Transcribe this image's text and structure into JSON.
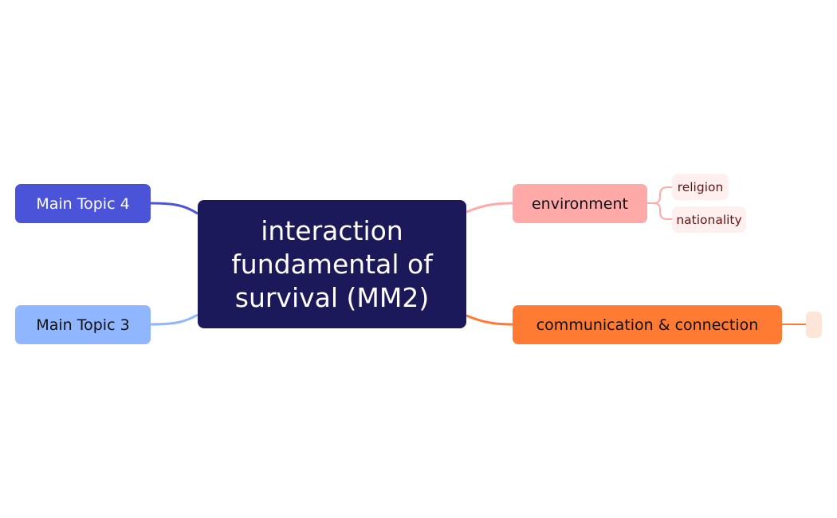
{
  "central_topic": {
    "label": "interaction fundamental of survival (MM2)",
    "color": "#1b1959"
  },
  "left_topics": [
    {
      "label": "Main Topic 4",
      "color": "#4b54d9",
      "line_color": "#4b54d9"
    },
    {
      "label": "Main Topic 3",
      "color": "#8fb6ff",
      "line_color": "#8fb6ff"
    }
  ],
  "right_topics": [
    {
      "label": "environment",
      "color": "#ffaaa8",
      "line_color": "#ffaaa8",
      "subtopics": [
        {
          "label": "religion",
          "color": "#fff0ef",
          "text_color": "#6b1010"
        },
        {
          "label": "nationality",
          "color": "#fff0ef",
          "text_color": "#6b1010"
        }
      ]
    },
    {
      "label": "communication & connection",
      "color": "#ff7a33",
      "line_color": "#ff7a33",
      "subtopics": [
        {
          "label": "",
          "color": "#fde6d8"
        }
      ]
    }
  ]
}
